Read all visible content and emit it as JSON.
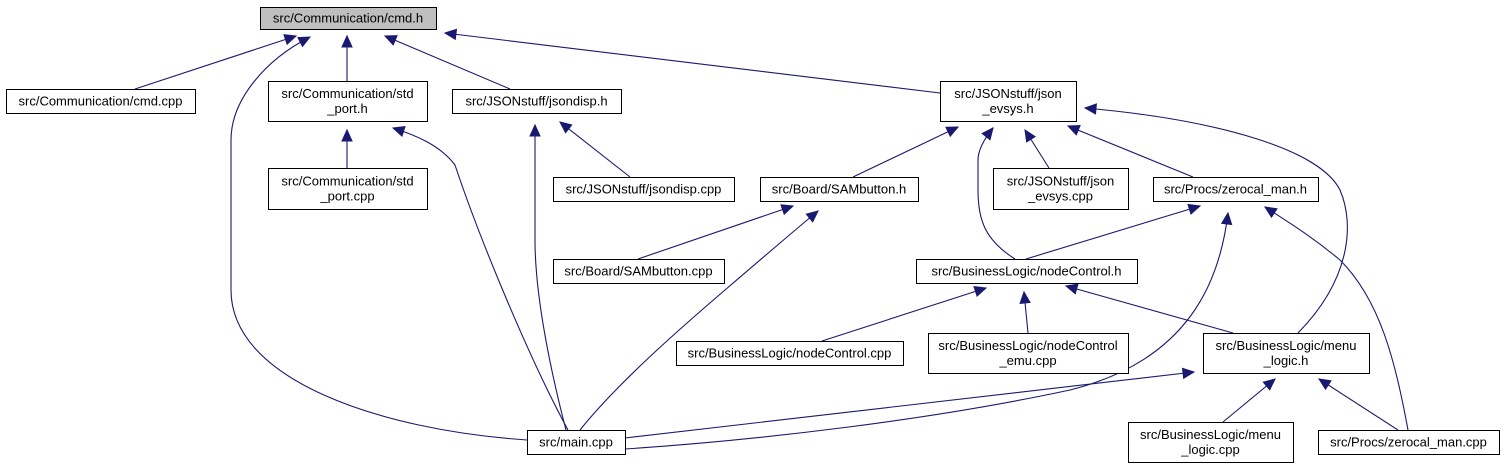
{
  "nodes": [
    {
      "id": "cmd_h",
      "lines": [
        "src/Communication/cmd.h"
      ],
      "root": true
    },
    {
      "id": "cmd_cpp",
      "lines": [
        "src/Communication/cmd.cpp"
      ]
    },
    {
      "id": "std_port_h",
      "lines": [
        "src/Communication/std",
        "_port.h"
      ]
    },
    {
      "id": "jsondisp_h",
      "lines": [
        "src/JSONstuff/jsondisp.h"
      ]
    },
    {
      "id": "json_evsys_h",
      "lines": [
        "src/JSONstuff/json",
        "_evsys.h"
      ]
    },
    {
      "id": "std_port_cpp",
      "lines": [
        "src/Communication/std",
        "_port.cpp"
      ]
    },
    {
      "id": "jsondisp_cpp",
      "lines": [
        "src/JSONstuff/jsondisp.cpp"
      ]
    },
    {
      "id": "sambutton_h",
      "lines": [
        "src/Board/SAMbutton.h"
      ]
    },
    {
      "id": "json_evsys_cpp",
      "lines": [
        "src/JSONstuff/json",
        "_evsys.cpp"
      ]
    },
    {
      "id": "zerocal_h",
      "lines": [
        "src/Procs/zerocal_man.h"
      ]
    },
    {
      "id": "sambutton_cpp",
      "lines": [
        "src/Board/SAMbutton.cpp"
      ]
    },
    {
      "id": "nodecontrol_h",
      "lines": [
        "src/BusinessLogic/nodeControl.h"
      ]
    },
    {
      "id": "nodecontrol_cpp",
      "lines": [
        "src/BusinessLogic/nodeControl.cpp"
      ]
    },
    {
      "id": "nodecontrol_emu",
      "lines": [
        "src/BusinessLogic/nodeControl",
        "_emu.cpp"
      ]
    },
    {
      "id": "menu_logic_h",
      "lines": [
        "src/BusinessLogic/menu",
        "_logic.h"
      ]
    },
    {
      "id": "main_cpp",
      "lines": [
        "src/main.cpp"
      ]
    },
    {
      "id": "menu_logic_cpp",
      "lines": [
        "src/BusinessLogic/menu",
        "_logic.cpp"
      ]
    },
    {
      "id": "zerocal_cpp",
      "lines": [
        "src/Procs/zerocal_man.cpp"
      ]
    }
  ],
  "edges": [
    {
      "from": "cmd_cpp",
      "to": "cmd_h"
    },
    {
      "from": "std_port_h",
      "to": "cmd_h"
    },
    {
      "from": "jsondisp_h",
      "to": "cmd_h"
    },
    {
      "from": "json_evsys_h",
      "to": "cmd_h"
    },
    {
      "from": "main_cpp",
      "to": "cmd_h"
    },
    {
      "from": "std_port_cpp",
      "to": "std_port_h"
    },
    {
      "from": "main_cpp",
      "to": "std_port_h"
    },
    {
      "from": "jsondisp_cpp",
      "to": "jsondisp_h"
    },
    {
      "from": "main_cpp",
      "to": "jsondisp_h"
    },
    {
      "from": "sambutton_h",
      "to": "json_evsys_h"
    },
    {
      "from": "nodecontrol_h",
      "to": "json_evsys_h"
    },
    {
      "from": "json_evsys_cpp",
      "to": "json_evsys_h"
    },
    {
      "from": "zerocal_h",
      "to": "json_evsys_h"
    },
    {
      "from": "menu_logic_h",
      "to": "json_evsys_h"
    },
    {
      "from": "sambutton_cpp",
      "to": "sambutton_h"
    },
    {
      "from": "main_cpp",
      "to": "sambutton_h"
    },
    {
      "from": "nodecontrol_h",
      "to": "zerocal_h"
    },
    {
      "from": "main_cpp",
      "to": "zerocal_h"
    },
    {
      "from": "zerocal_cpp",
      "to": "zerocal_h"
    },
    {
      "from": "nodecontrol_cpp",
      "to": "nodecontrol_h"
    },
    {
      "from": "nodecontrol_emu",
      "to": "nodecontrol_h"
    },
    {
      "from": "menu_logic_h",
      "to": "nodecontrol_h"
    },
    {
      "from": "main_cpp",
      "to": "menu_logic_h"
    },
    {
      "from": "menu_logic_cpp",
      "to": "menu_logic_h"
    },
    {
      "from": "zerocal_cpp",
      "to": "menu_logic_h"
    }
  ]
}
